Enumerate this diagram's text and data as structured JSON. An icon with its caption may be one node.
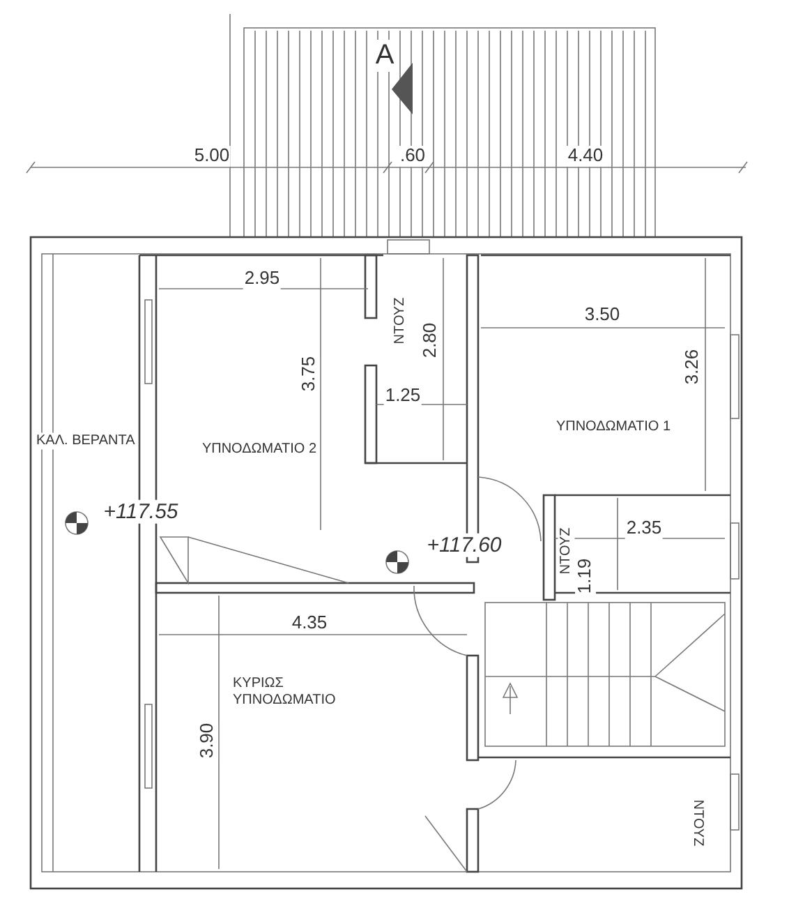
{
  "diagram": {
    "labels": [
      "A",
      "5.00",
      ".60",
      "4.40",
      "2.95",
      "ΝΤΟΥΖ",
      "2.80",
      "3.75",
      "3.50",
      "3.26",
      "1.25",
      "ΚΑΛ. ΒΕΡΑΝΤΑ",
      "ΥΠΝΟΔΩΜΑΤΙΟ 2",
      "ΥΠΝΟΔΩΜΑΤΙΟ 1",
      "+117.55",
      "+117.60",
      "ΝΤΟΥΖ",
      "1.19",
      "2.35",
      "4.35",
      "ΚΥΡΙΩΣ ΥΠΝΟΔΩΜΑΤΙΟ",
      "3.90",
      "ΝΤΟΥΖ"
    ]
  }
}
